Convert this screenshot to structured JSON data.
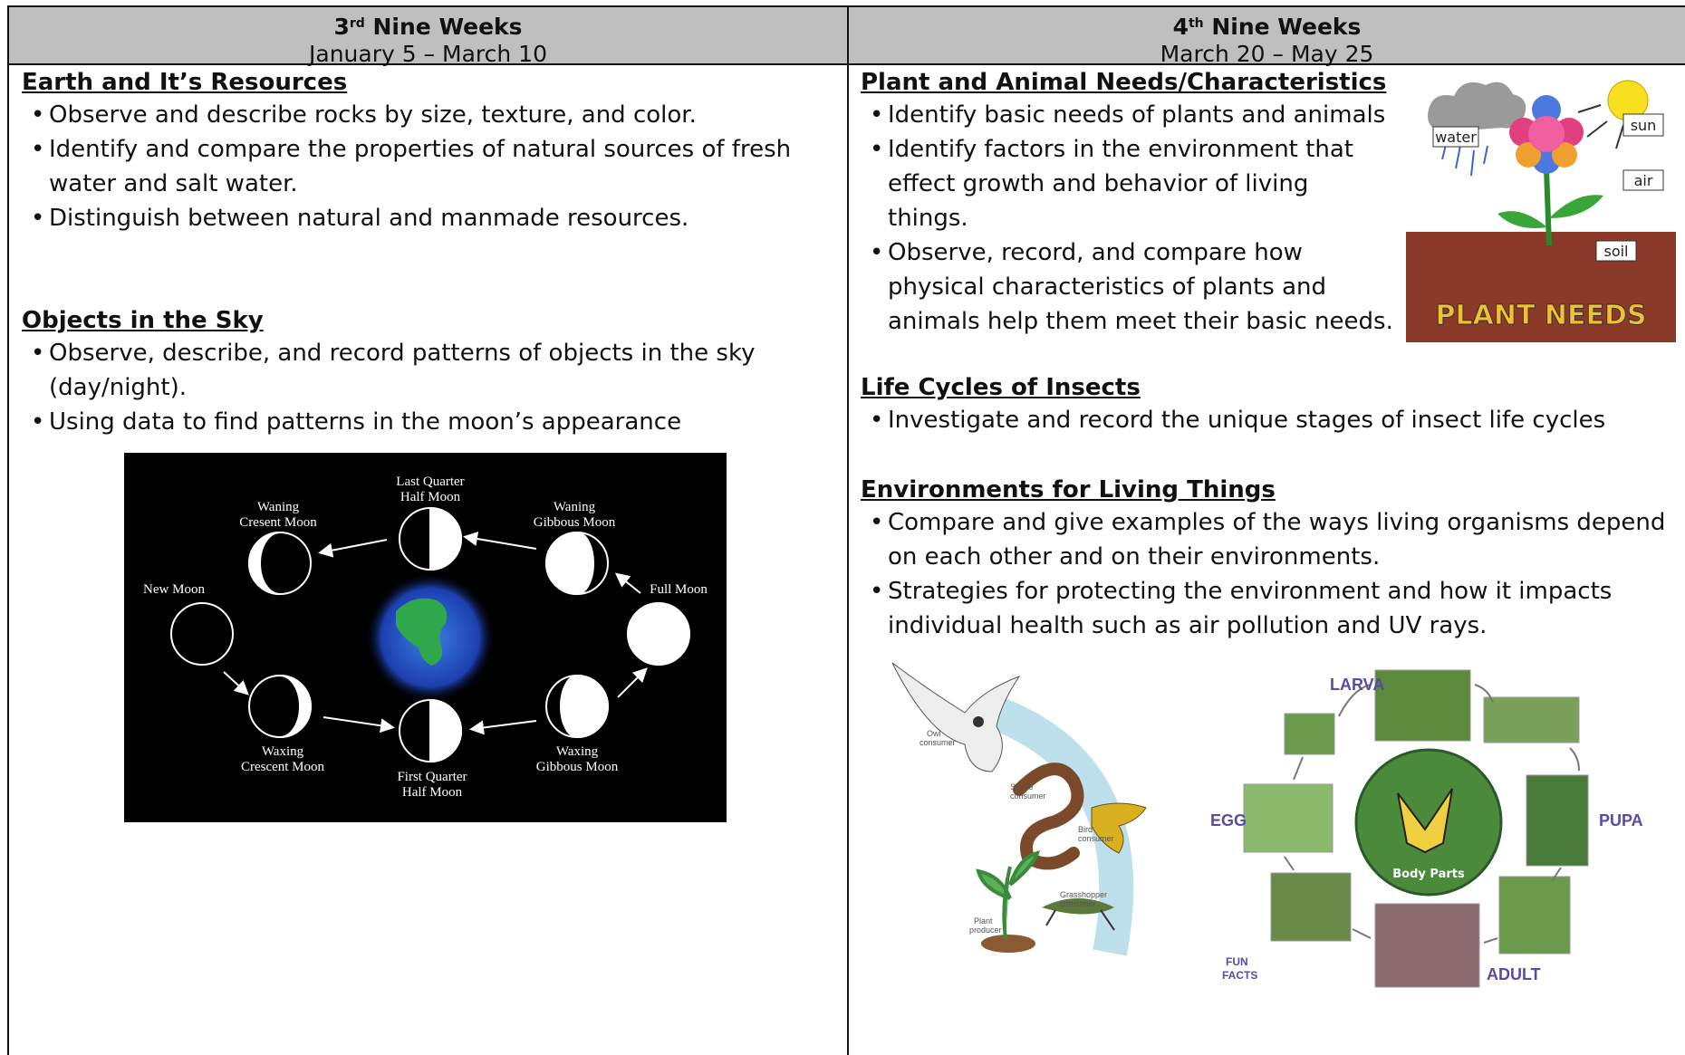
{
  "left": {
    "header": {
      "ordinal": "3",
      "ordinal_sup": "rd",
      "title": "Nine Weeks",
      "dates": "January 5 – March 10"
    },
    "sections": [
      {
        "title": "Earth and It’s Resources",
        "bullets": [
          "Observe and describe rocks by size, texture, and color.",
          "Identify and compare the properties of natural sources of fresh water and salt water.",
          "Distinguish between natural and manmade resources."
        ]
      },
      {
        "title": "Objects in the Sky",
        "bullets": [
          "Observe, describe, and record patterns of objects in the sky (day/night).",
          "Using data to find patterns in the moon’s appearance"
        ]
      }
    ],
    "moon_diagram": {
      "labels": {
        "last_quarter_1": "Last Quarter",
        "last_quarter_2": "Half Moon",
        "waning_crescent_1": "Waning",
        "waning_crescent_2": "Cresent Moon",
        "waning_gibbous_1": "Waning",
        "waning_gibbous_2": "Gibbous Moon",
        "new_moon": "New Moon",
        "full_moon": "Full Moon",
        "waxing_crescent_1": "Waxing",
        "waxing_crescent_2": "Crescent Moon",
        "first_quarter_1": "First Quarter",
        "first_quarter_2": "Half Moon",
        "waxing_gibbous_1": "Waxing",
        "waxing_gibbous_2": "Gibbous Moon"
      }
    }
  },
  "right": {
    "header": {
      "ordinal": "4",
      "ordinal_sup": "th",
      "title": "Nine Weeks",
      "dates": "March 20 – May 25"
    },
    "sections": [
      {
        "title": "Plant and Animal Needs/Characteristics",
        "bullets": [
          "Identify basic needs of plants and animals",
          "Identify factors in the environment that effect growth and behavior of living things.",
          "Observe, record, and compare how physical characteristics of plants and animals help them meet their basic needs."
        ]
      },
      {
        "title": "Life Cycles of Insects",
        "bullets": [
          "Investigate and record the unique stages of insect life cycles"
        ]
      },
      {
        "title": "Environments for Living Things",
        "bullets": [
          "Compare and give examples of the ways living organisms depend on each other and on their environments.",
          "Strategies for protecting the environment and how it impacts individual health such as air pollution and UV rays."
        ]
      }
    ],
    "plant_needs": {
      "water": "water",
      "sun": "sun",
      "air": "air",
      "soil": "soil",
      "banner": "PLANT NEEDS"
    },
    "food_chain": {
      "owl": "Owl",
      "owl_role": "consumer",
      "snake": "Snake",
      "snake_role": "consumer",
      "bird": "Bird",
      "bird_role": "consumer",
      "grasshopper": "Grasshopper",
      "grasshopper_role": "consumer",
      "plant": "Plant",
      "plant_role": "producer"
    },
    "life_cycle": {
      "larva": "LARVA",
      "pupa": "PUPA",
      "egg": "EGG",
      "adult": "ADULT",
      "body_parts": "Body Parts",
      "fun_facts_1": "FUN",
      "fun_facts_2": "FACTS"
    }
  },
  "colors": {
    "header_bg": "#bfbfbf",
    "moon_bg": "#000000",
    "life_cycle_label": "#5a4aa8",
    "soil": "#8b3a2a"
  }
}
